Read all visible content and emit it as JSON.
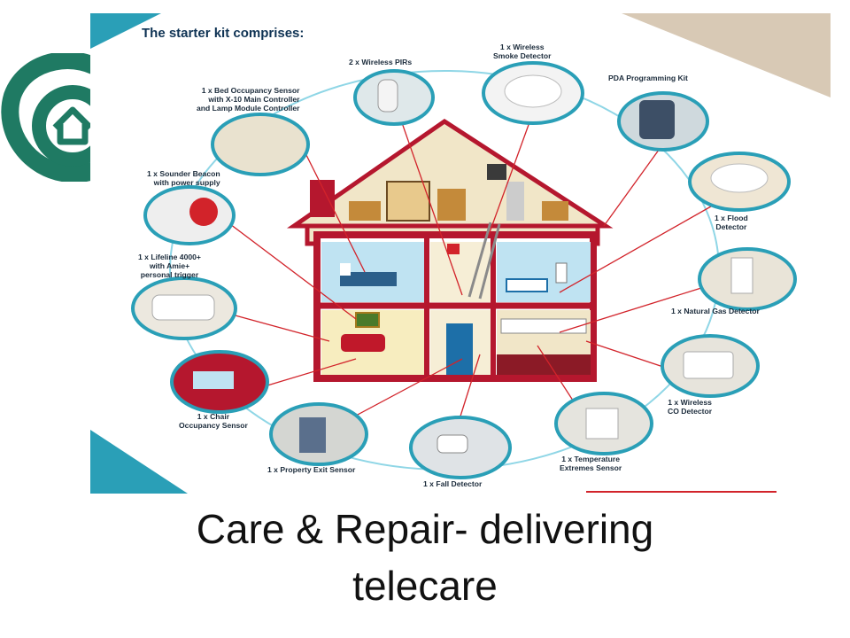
{
  "diagram": {
    "heading": "The starter kit comprises:",
    "items": [
      {
        "id": "pir",
        "label": "2 x Wireless PIRs"
      },
      {
        "id": "smoke",
        "label": "1 x Wireless\nSmoke Detector"
      },
      {
        "id": "pda",
        "label": "PDA Programming Kit"
      },
      {
        "id": "bed",
        "label": "1 x Bed Occupancy Sensor\nwith X-10 Main Controller\nand Lamp Module Controller"
      },
      {
        "id": "flood",
        "label": "1 x Flood\nDetector"
      },
      {
        "id": "sounder",
        "label": "1 x Sounder Beacon\nwith power supply"
      },
      {
        "id": "gas",
        "label": "1 x Natural Gas Detector"
      },
      {
        "id": "lifeline",
        "label": "1 x Lifeline 4000+\nwith Amie+\npersonal trigger"
      },
      {
        "id": "co",
        "label": "1 x Wireless\nCO Detector"
      },
      {
        "id": "chair",
        "label": "1 x Chair\nOccupancy Sensor"
      },
      {
        "id": "temp",
        "label": "1 x Temperature\nExtremes Sensor"
      },
      {
        "id": "exit",
        "label": "1 x Property Exit Sensor"
      },
      {
        "id": "fall",
        "label": "1 x Fall Detector"
      }
    ]
  },
  "caption": {
    "line1": "Care & Repair- delivering",
    "line2": "telecare"
  },
  "colors": {
    "accent_teal": "#2a9fb7",
    "logo_green": "#1f7a63",
    "house_red": "#b5172e",
    "line_red": "#d2232a",
    "title_navy": "#0f3354"
  }
}
